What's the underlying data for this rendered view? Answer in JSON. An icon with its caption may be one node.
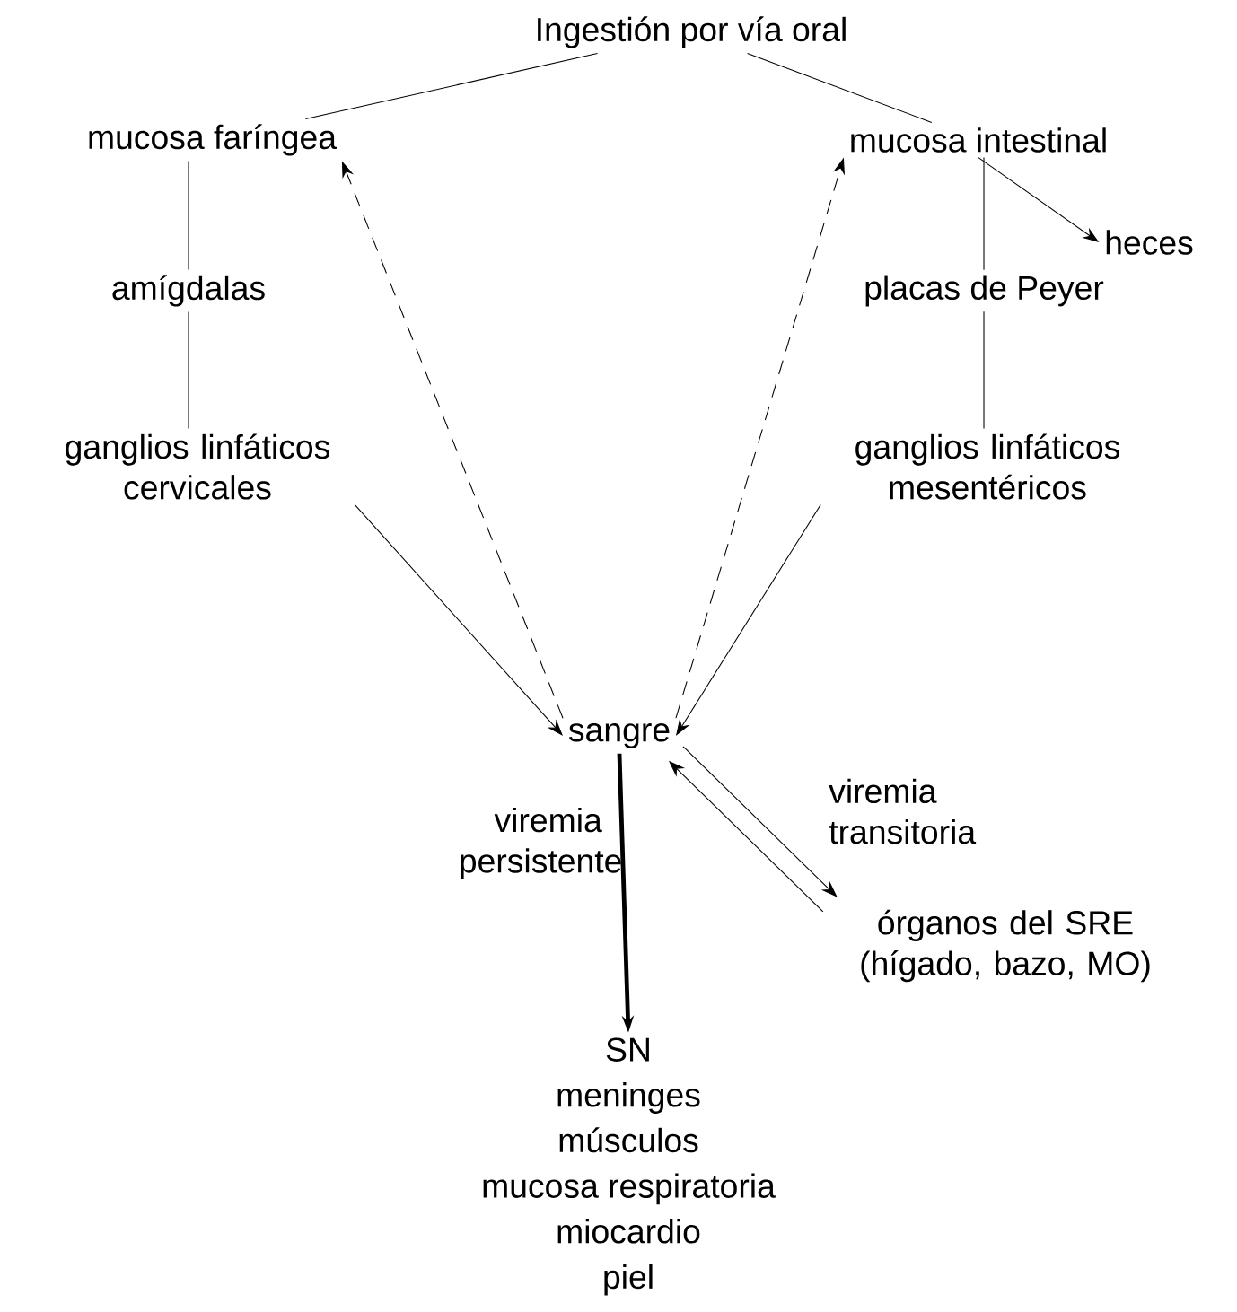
{
  "diagram": {
    "nodes": [
      {
        "text": [
          "Ingestión por vía oral"
        ]
      },
      {
        "text": [
          "mucosa faríngea"
        ]
      },
      {
        "text": [
          "amígdalas"
        ]
      },
      {
        "text": [
          "ganglios linfáticos cervicales"
        ]
      },
      {
        "text": [
          "mucosa intestinal"
        ]
      },
      {
        "text": [
          "heces"
        ]
      },
      {
        "text": [
          "placas de Peyer"
        ]
      },
      {
        "text": [
          "ganglios linfáticos mesentéricos"
        ]
      },
      {
        "text": [
          "sangre"
        ]
      },
      {
        "text": [
          "órganos del SRE (hígado, bazo, MO)"
        ]
      },
      {
        "text": [
          "SN",
          "meninges",
          "músculos",
          "mucosa respiratoria",
          "miocardio",
          "piel"
        ]
      }
    ],
    "edges": [
      {
        "from": 0,
        "to": 1,
        "arrow": "none"
      },
      {
        "from": 0,
        "to": 4,
        "arrow": "none"
      },
      {
        "from": 1,
        "to": 2,
        "arrow": "none"
      },
      {
        "from": 2,
        "to": 3,
        "arrow": "none"
      },
      {
        "from": 3,
        "to": 8,
        "arrow": "to"
      },
      {
        "from": 8,
        "to": 1,
        "arrow": "to",
        "style": "dashed"
      },
      {
        "from": 8,
        "to": 4,
        "arrow": "to",
        "style": "dashed"
      },
      {
        "from": 4,
        "to": 5,
        "arrow": "to"
      },
      {
        "from": 4,
        "to": 6,
        "arrow": "none"
      },
      {
        "from": 6,
        "to": 7,
        "arrow": "none"
      },
      {
        "from": 7,
        "to": 8,
        "arrow": "to"
      },
      {
        "from": 8,
        "to": 10,
        "arrow": "to",
        "style": "thick",
        "label": "viremia persistente"
      },
      {
        "from": 8,
        "to": 9,
        "arrow": "to",
        "label": "viremia transitoria"
      },
      {
        "from": 9,
        "to": 8,
        "arrow": "to"
      }
    ]
  }
}
